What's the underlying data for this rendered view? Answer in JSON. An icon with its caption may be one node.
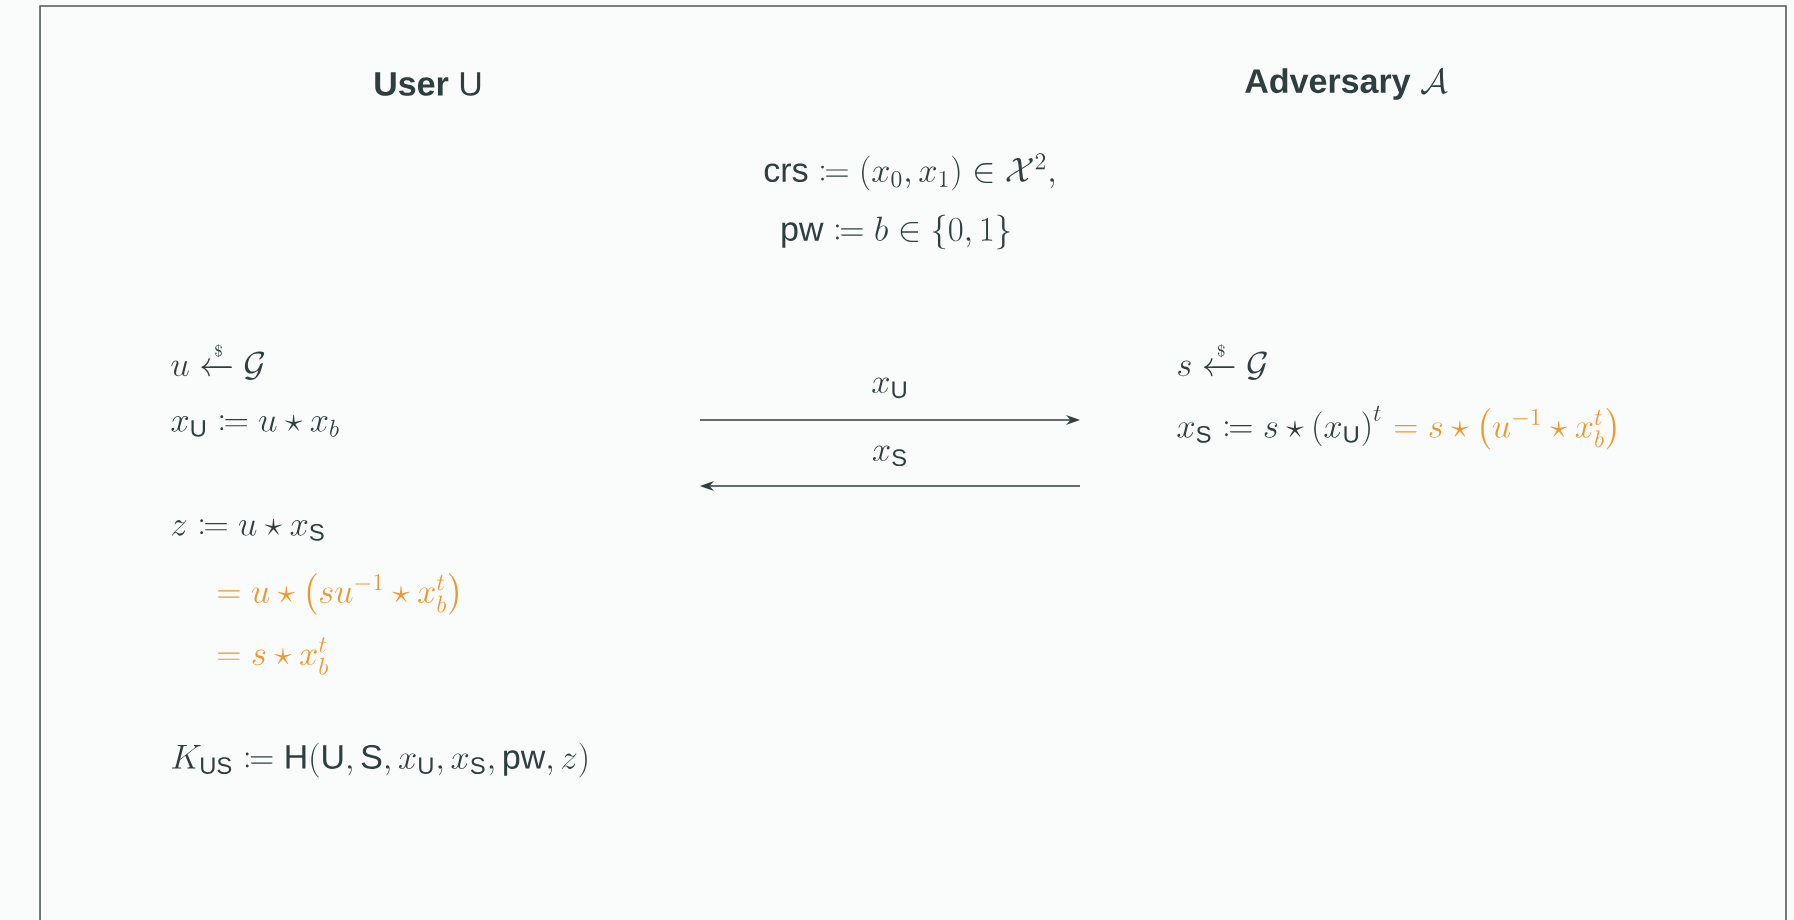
{
  "diagram": {
    "labels": [
      "\\textbf{User}\\ \\text{U}",
      "\\textbf{Adversary}\\ \\mathcal{A}",
      "\\text{crs} \\coloneqq (x_0, x_1) \\in \\mathcal{X}^2,",
      "\\text{pw} \\coloneqq b \\in \\{0,1\\}",
      "u \\xleftarrow{\\scriptscriptstyle\\$} \\mathcal{G}",
      "s \\xleftarrow{\\scriptscriptstyle\\$} \\mathcal{G}",
      "x_{\\text{U}}",
      "x_{\\text{U}} \\coloneqq u \\star x_b",
      "x_{\\text{S}} \\coloneqq s \\star \\left(x_{\\text{U}}\\right)^t",
      "= s \\star \\left(u^{-1} \\star x_b^t\\right)",
      "x_{\\text{S}}",
      "z \\coloneqq u \\star x_{\\text{S}}",
      "= u \\star \\left(s u^{-1} \\star x_b^t\\right)",
      "= s \\star x_b^t",
      "K_{\\text{US}} \\coloneqq \\text{H}(\\text{U}, \\text{S}, x_{\\text{U}}, x_{\\text{S}}, \\text{pw}, z)"
    ]
  }
}
